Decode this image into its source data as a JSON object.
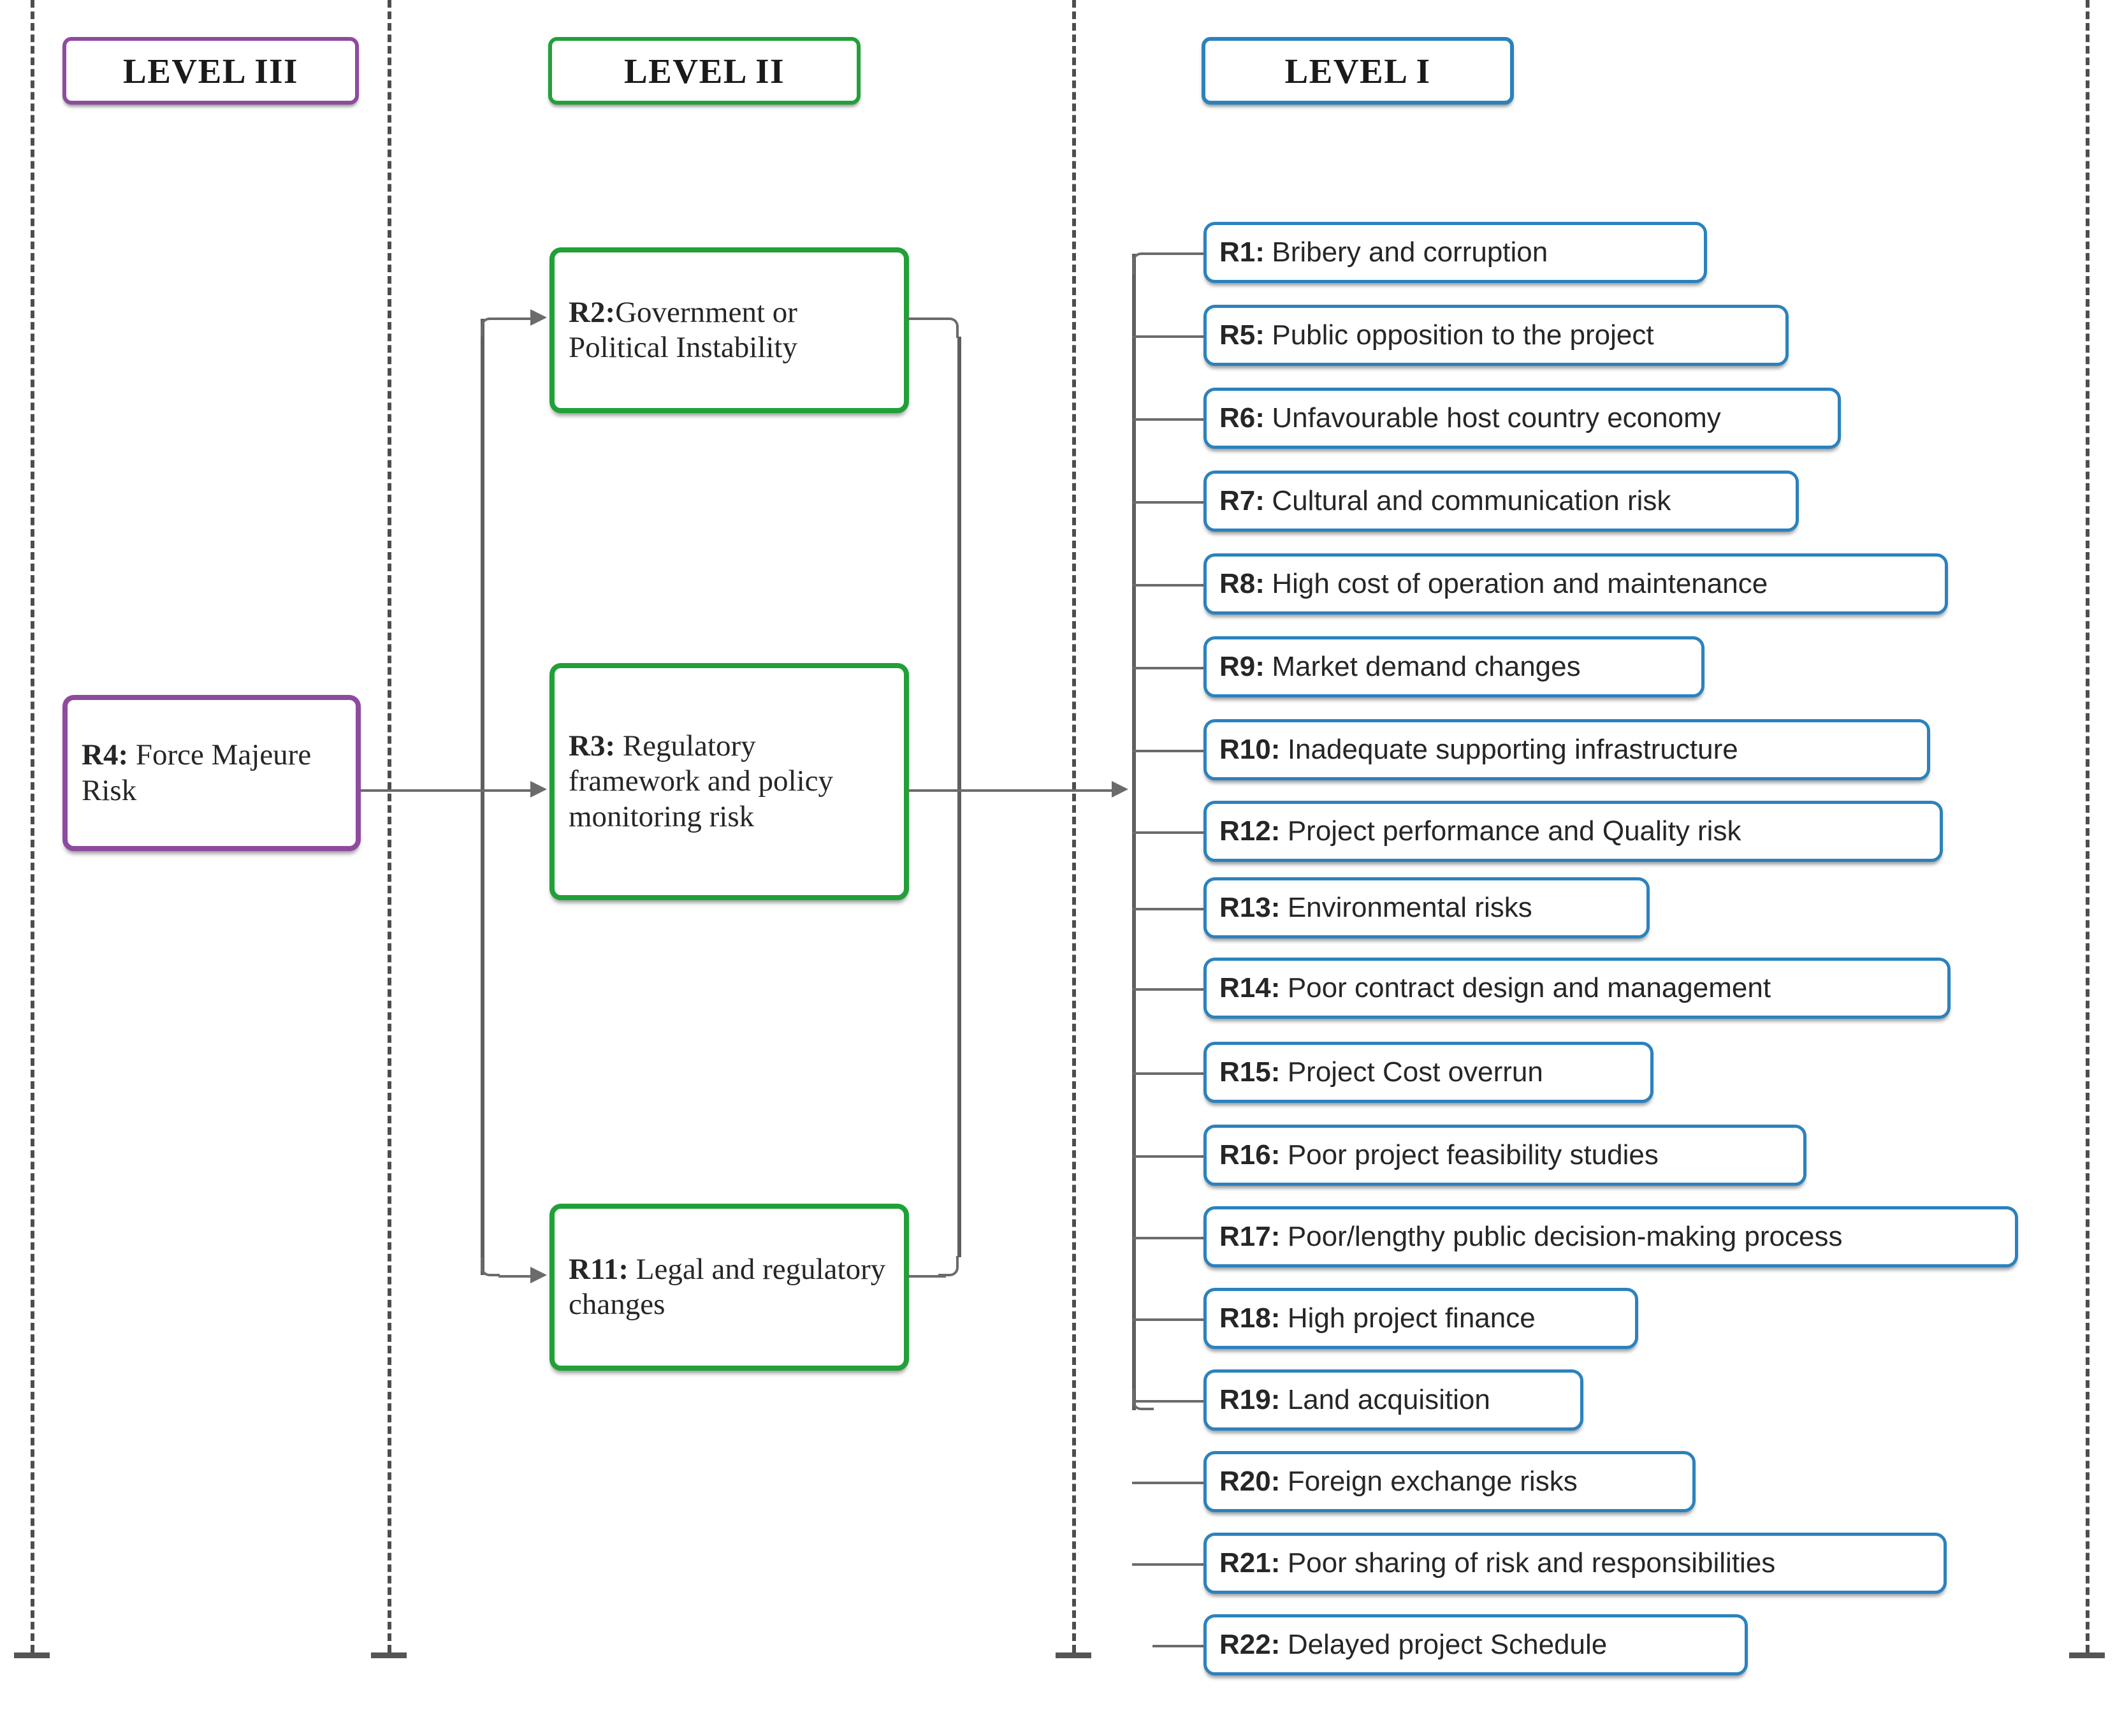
{
  "levels": [
    {
      "id": "level-3",
      "label": "LEVEL III",
      "color": "#8e4b9e"
    },
    {
      "id": "level-2",
      "label": "LEVEL II",
      "color": "#21a038"
    },
    {
      "id": "level-1",
      "label": "LEVEL I",
      "color": "#2b82bd"
    }
  ],
  "level3": {
    "nodes": [
      {
        "code": "R4:",
        "text": " Force Majeure Risk"
      }
    ]
  },
  "level2": {
    "nodes": [
      {
        "code": "R2:",
        "text": "Government or Political Instability"
      },
      {
        "code": "R3:",
        "text": " Regulatory framework and policy monitoring risk"
      },
      {
        "code": "R11:",
        "text": " Legal and regulatory changes"
      }
    ]
  },
  "level1": {
    "nodes": [
      {
        "code": "R1:",
        "text": "Bribery and corruption"
      },
      {
        "code": "R5:",
        "text": "Public opposition to the project"
      },
      {
        "code": "R6:",
        "text": "Unfavourable host country economy"
      },
      {
        "code": "R7:",
        "text": "Cultural and communication risk"
      },
      {
        "code": "R8:",
        "text": "High cost of operation and maintenance"
      },
      {
        "code": "R9:",
        "text": "Market demand changes"
      },
      {
        "code": "R10:",
        "text": "Inadequate supporting infrastructure"
      },
      {
        "code": "R12:",
        "text": "Project performance and Quality risk"
      },
      {
        "code": "R13:",
        "text": "Environmental risks"
      },
      {
        "code": "R14:",
        "text": "Poor contract design and management"
      },
      {
        "code": "R15:",
        "text": "Project Cost overrun"
      },
      {
        "code": "R16:",
        "text": "Poor project feasibility studies"
      },
      {
        "code": "R17:",
        "text": "Poor/lengthy public decision-making process"
      },
      {
        "code": "R18:",
        "text": "High project finance"
      },
      {
        "code": "R19:",
        "text": "Land acquisition"
      },
      {
        "code": "R20:",
        "text": "Foreign exchange risks"
      },
      {
        "code": "R21:",
        "text": "Poor sharing of risk and responsibilities"
      },
      {
        "code": "R22:",
        "text": "Delayed project Schedule"
      }
    ]
  },
  "colors": {
    "level3_border": "#8e4b9e",
    "level2_border": "#21a038",
    "level1_border": "#2b82bd",
    "connector": "#6b6b6b",
    "divider": "#4d4d4d",
    "background": "#ffffff"
  }
}
